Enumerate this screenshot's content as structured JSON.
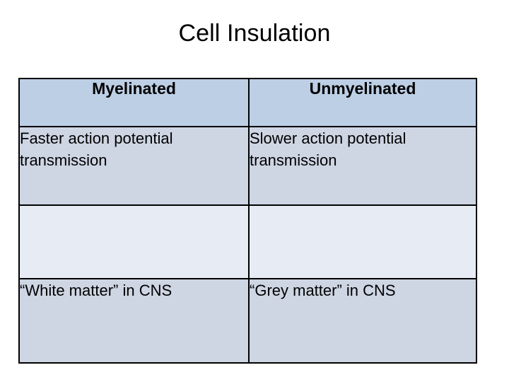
{
  "slide": {
    "title": "Cell Insulation",
    "background_color": "#ffffff"
  },
  "table": {
    "header_background": "#bdcfe5",
    "shaded_row_background": "#ced5e3",
    "light_row_background": "#e7ebf3",
    "border_color": "#000000",
    "columns": [
      {
        "key": "myelinated",
        "header": "Myelinated"
      },
      {
        "key": "unmyelinated",
        "header": "Unmyelinated"
      }
    ],
    "rows": [
      {
        "style": "shaded",
        "cells": [
          "Faster action potential transmission",
          "Slower action potential transmission"
        ]
      },
      {
        "style": "light",
        "cells": [
          "",
          ""
        ]
      },
      {
        "style": "shaded",
        "cells": [
          "“White matter” in CNS",
          "“Grey matter” in CNS"
        ]
      }
    ]
  }
}
